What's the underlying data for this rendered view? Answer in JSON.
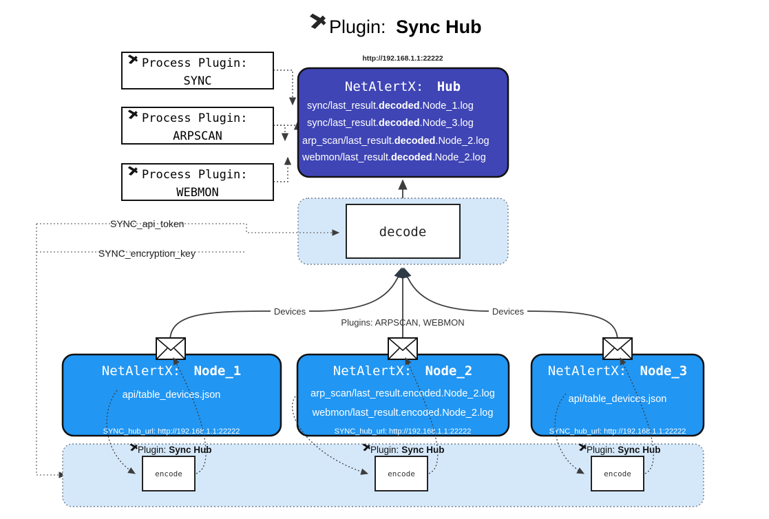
{
  "header": {
    "icon": "plug-icon",
    "prefix": "Plugin:",
    "title": "Sync Hub"
  },
  "process_plugins": [
    {
      "icon": "plug-icon",
      "label": "Process Plugin:",
      "name": "SYNC"
    },
    {
      "icon": "plug-icon",
      "label": "Process Plugin:",
      "name": "ARPSCAN"
    },
    {
      "icon": "plug-icon",
      "label": "Process Plugin:",
      "name": "WEBMON"
    }
  ],
  "hub": {
    "url": "http://192.168.1.1:22222",
    "title_prefix": "NetAlertX:",
    "title_name": "Hub",
    "color": "#3f45b5",
    "logs": [
      {
        "pre": "sync/last_result.",
        "bold": "decoded",
        "post": ".Node_1.log"
      },
      {
        "pre": "sync/last_result.",
        "bold": "decoded",
        "post": ".Node_3.log"
      },
      {
        "pre": "arp_scan/last_result.",
        "bold": "decoded",
        "post": ".Node_2.log"
      },
      {
        "pre": "webmon/last_result.",
        "bold": "decoded",
        "post": ".Node_2.log"
      }
    ]
  },
  "decode": {
    "label": "decode",
    "container_color": "#d5e8fa"
  },
  "secrets": [
    {
      "label": "SYNC_api_token"
    },
    {
      "label": "SYNC_encryption_key"
    }
  ],
  "edge_labels": {
    "left_devices": "Devices",
    "center_plugins": "Plugins: ARPSCAN, WEBMON",
    "right_devices": "Devices"
  },
  "nodes": [
    {
      "icon": "envelope-icon",
      "title_prefix": "NetAlertX:",
      "title_name": "Node_1",
      "color": "#2196f3",
      "lines": [
        "api/table_devices.json"
      ],
      "footer": "SYNC_hub_url: http://192.168.1.1:22222"
    },
    {
      "icon": "envelope-icon",
      "title_prefix": "NetAlertX:",
      "title_name": "Node_2",
      "color": "#2196f3",
      "lines": [
        "arp_scan/last_result.encoded.Node_2.log",
        "webmon/last_result.encoded.Node_2.log"
      ],
      "footer": "SYNC_hub_url: http://192.168.1.1:22222"
    },
    {
      "icon": "envelope-icon",
      "title_prefix": "NetAlertX:",
      "title_name": "Node_3",
      "color": "#2196f3",
      "lines": [
        "api/table_devices.json"
      ],
      "footer": "SYNC_hub_url: http://192.168.1.1:22222"
    }
  ],
  "encoders": [
    {
      "icon": "plug-icon",
      "plugin_prefix": "Plugin:",
      "plugin_name": "Sync Hub",
      "label": "encode"
    },
    {
      "icon": "plug-icon",
      "plugin_prefix": "Plugin:",
      "plugin_name": "Sync Hub",
      "label": "encode"
    },
    {
      "icon": "plug-icon",
      "plugin_prefix": "Plugin:",
      "plugin_name": "Sync Hub",
      "label": "encode"
    }
  ]
}
